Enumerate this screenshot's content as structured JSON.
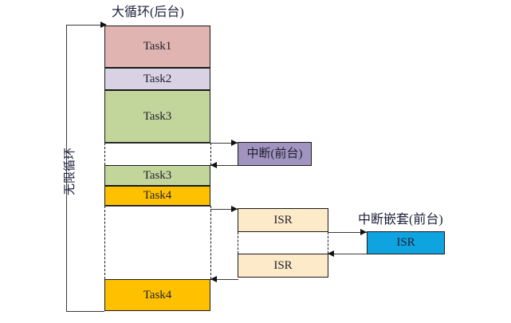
{
  "diagram": {
    "title": "大循环(后台)",
    "loop_label": "无限循环",
    "interrupt_label": "中断(前台)",
    "nested_interrupt_label": "中断嵌套(前台)",
    "tasks": [
      {
        "name": "Task1",
        "label": "Task1",
        "color": "#e0b4b0"
      },
      {
        "name": "Task2",
        "label": "Task2",
        "color": "#d8d2e4"
      },
      {
        "name": "Task3",
        "label": "Task3",
        "color": "#c2d69b"
      },
      {
        "name": "Task3-resumed",
        "label": "Task3",
        "color": "#c2d69b"
      },
      {
        "name": "Task4",
        "label": "Task4",
        "color": "#ffc000"
      },
      {
        "name": "Task4-resumed",
        "label": "Task4",
        "color": "#ffc000"
      }
    ],
    "interrupt_box": {
      "label": "中断(前台)",
      "color": "#a194c0"
    },
    "isr_boxes": [
      {
        "label": "ISR",
        "color": "#fdeac8"
      },
      {
        "label": "ISR",
        "color": "#fdeac8"
      }
    ],
    "nested_isr_box": {
      "label": "ISR",
      "color": "#0fa3e0"
    }
  }
}
